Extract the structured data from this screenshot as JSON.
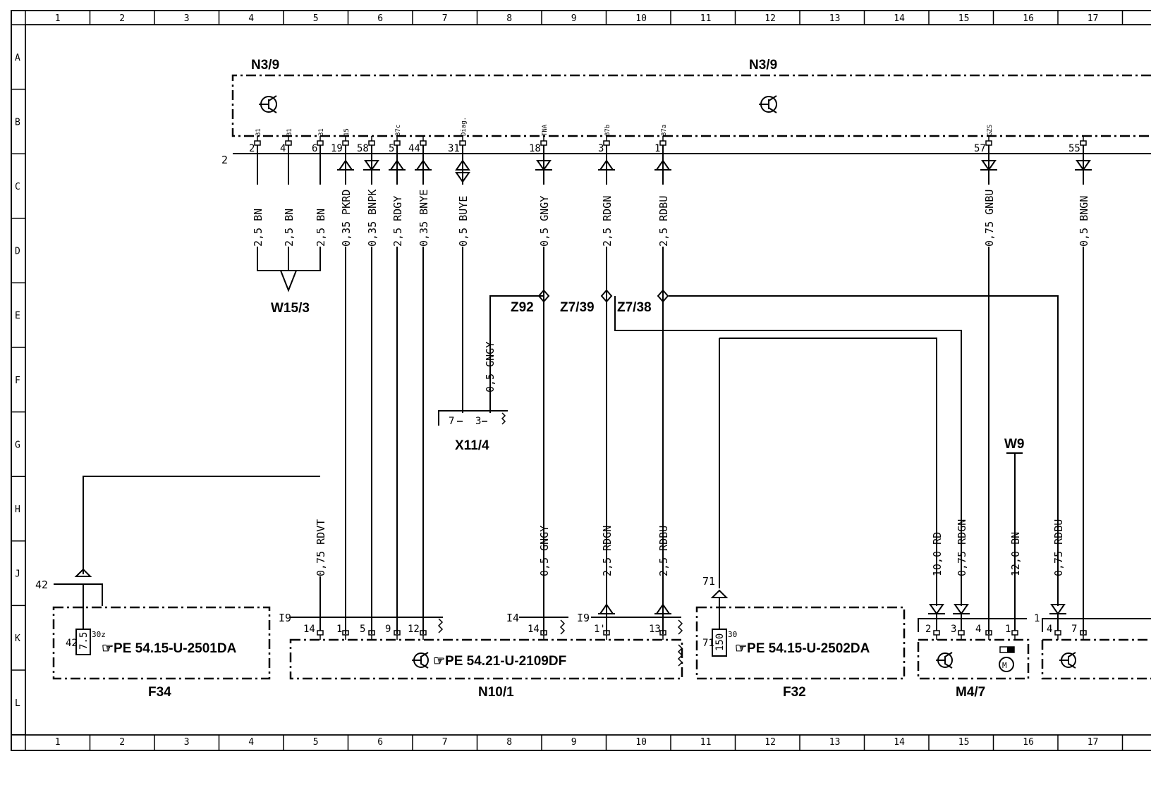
{
  "grid": {
    "columns": [
      "1",
      "2",
      "3",
      "4",
      "5",
      "6",
      "7",
      "8",
      "9",
      "10",
      "11",
      "12",
      "13",
      "14",
      "15",
      "16",
      "17"
    ],
    "rows": [
      "A",
      "B",
      "C",
      "D",
      "E",
      "F",
      "G",
      "H",
      "J",
      "K",
      "L"
    ]
  },
  "components": {
    "n3_9_left": "N3/9",
    "n3_9_right": "N3/9",
    "w15_3": "W15/3",
    "x11_4": "X11/4",
    "w9": "W9",
    "f34": "F34",
    "n10_1": "N10/1",
    "f32": "F32",
    "m4_7": "M4/7",
    "z92": "Z92",
    "z7_39": "Z7/39",
    "z7_38": "Z7/38"
  },
  "n3_9_pins": [
    {
      "num": "2",
      "term": "31"
    },
    {
      "num": "4",
      "term": "31"
    },
    {
      "num": "6",
      "term": "31"
    },
    {
      "num": "19",
      "term": "15"
    },
    {
      "num": "58",
      "term": ""
    },
    {
      "num": "5",
      "term": "87c"
    },
    {
      "num": "44",
      "term": ""
    },
    {
      "num": "31",
      "term": "Diag."
    },
    {
      "num": "18",
      "term": "TNA"
    },
    {
      "num": "3",
      "term": "87b"
    },
    {
      "num": "1",
      "term": "87a"
    },
    {
      "num": "57",
      "term": "GZS"
    },
    {
      "num": "55",
      "term": ""
    }
  ],
  "connector_label": "2",
  "wires_top": [
    "2,5 BN",
    "2,5 BN",
    "2,5 BN",
    "0,35 PKRD",
    "0,35 BNPK",
    "2,5 RDGY",
    "0,35 BNYE",
    "0,5 BUYE",
    "0,5 GNGY",
    "2,5 RDGN",
    "2,5 RDBU",
    "0,75 GNBU",
    "0,5 BNGN"
  ],
  "wire_x11": "0,5 GNGY",
  "x11_pins": [
    "7",
    "3"
  ],
  "wires_bottom": [
    "0,75 RDVT",
    "0,5 GNGY",
    "2,5 RDGN",
    "2,5 RDBU",
    "10,0 RD",
    "0,75 RDGN",
    "12,0 BN",
    "0,75 RDBU"
  ],
  "f34": {
    "top_pin": "42",
    "fuse_pin": "42",
    "fuse_value": "7.5",
    "fuse_term": "30z",
    "ref": "PE 54.15-U-2501DA"
  },
  "n10_1": {
    "conn_i9": "I9",
    "conn_i4": "I4",
    "conn_i9b": "I9",
    "pins": [
      "14",
      "1",
      "5",
      "9",
      "12"
    ],
    "pin_i4": "14",
    "pins_b": [
      "1'",
      "13"
    ],
    "ref": "PE 54.21-U-2109DF"
  },
  "f32": {
    "top_pin": "71",
    "fuse_pin": "71",
    "fuse_value": "150",
    "fuse_term": "30",
    "ref": "PE 54.15-U-2502DA"
  },
  "m4_7": {
    "pins": [
      "2",
      "3",
      "4",
      "1"
    ]
  },
  "right_conn": {
    "label": "1",
    "pins": [
      "4",
      "7"
    ]
  }
}
